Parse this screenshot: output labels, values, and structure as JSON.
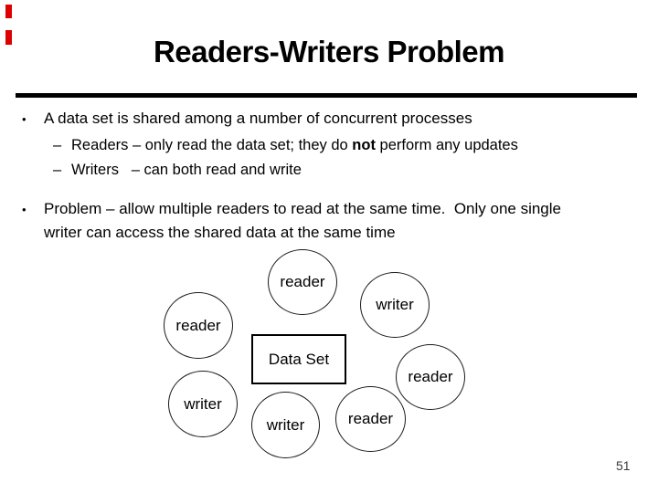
{
  "slide": {
    "title": "Readers-Writers Problem",
    "accent_color": "#dd0000",
    "bullet_char": "•",
    "dash_char": "–",
    "bullets": {
      "b1": "A data set is shared among a number of concurrent processes",
      "s1_pre": "Readers – only read the data set; they do ",
      "s1_bold": "not",
      "s1_post": " perform any updates",
      "s2": "Writers   – can both read and write",
      "b2_line1": "Problem – allow multiple readers to read at the same time.  Only one single",
      "b2_line2": "writer can access the shared data at the same time"
    },
    "diagram": {
      "center_box_label": "Data Set",
      "nodes": [
        {
          "label": "reader",
          "position": "top"
        },
        {
          "label": "writer",
          "position": "top-right"
        },
        {
          "label": "reader",
          "position": "left"
        },
        {
          "label": "reader",
          "position": "right"
        },
        {
          "label": "writer",
          "position": "bottom-left"
        },
        {
          "label": "writer",
          "position": "bottom-center"
        },
        {
          "label": "reader",
          "position": "bottom-right"
        }
      ]
    },
    "page_number": "51"
  }
}
